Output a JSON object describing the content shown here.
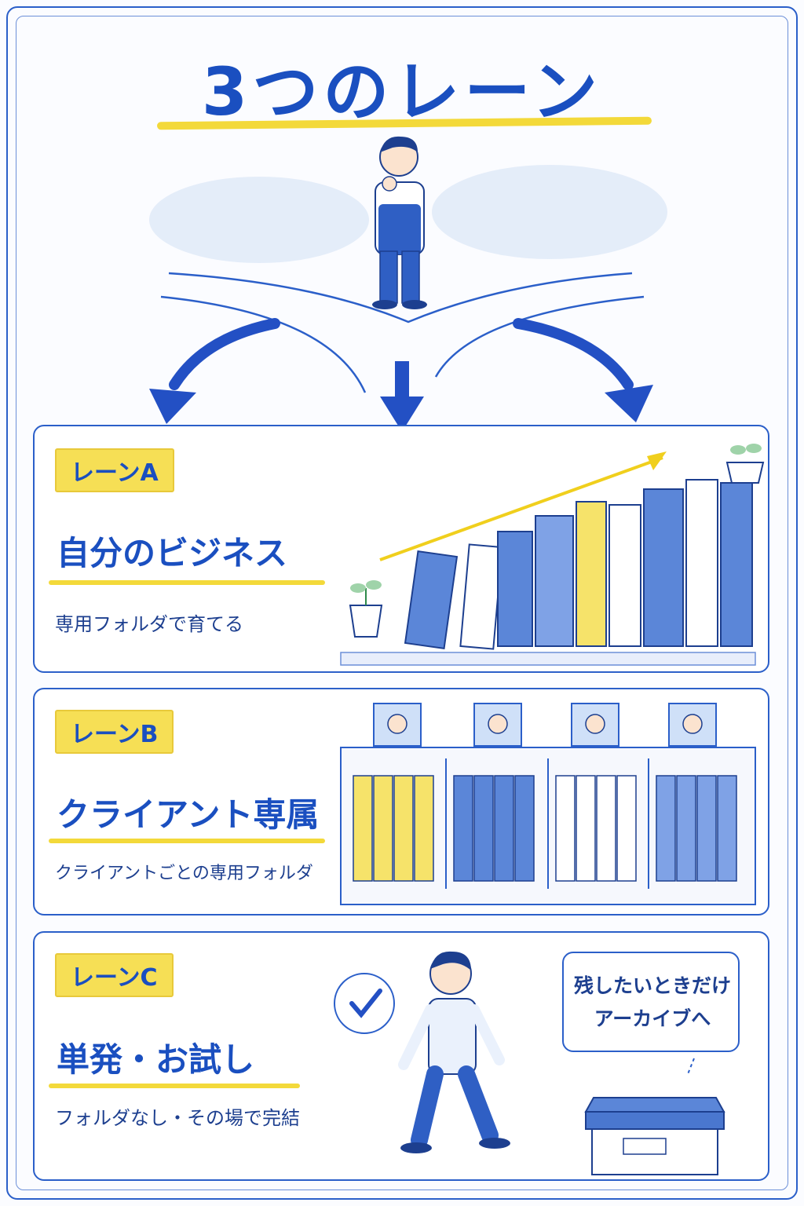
{
  "title": "3つのレーン",
  "colors": {
    "primary": "#1a4fc0",
    "accent_yellow": "#f3d93a",
    "frame": "#2b5fc9",
    "folder_blue": "#5b86d8",
    "folder_light": "#ffffff",
    "folder_yellow": "#f6e36a"
  },
  "lanes": [
    {
      "tag": "レーンA",
      "title": "自分のビジネス",
      "description": "専用フォルダで育てる",
      "icons": [
        "plant-icon",
        "binder-icon",
        "growth-arrow-icon"
      ]
    },
    {
      "tag": "レーンB",
      "title": "クライアント専属",
      "description": "クライアントごとの専用フォルダ",
      "icons": [
        "client-avatar-icon",
        "bookshelf-icon"
      ]
    },
    {
      "tag": "レーンC",
      "title": "単発・お試し",
      "description": "フォルダなし・その場で完結",
      "icons": [
        "check-bubble-icon",
        "walking-person-icon",
        "archive-box-icon"
      ],
      "callout": {
        "line1": "残したいときだけ",
        "line2": "アーカイブへ"
      }
    }
  ]
}
